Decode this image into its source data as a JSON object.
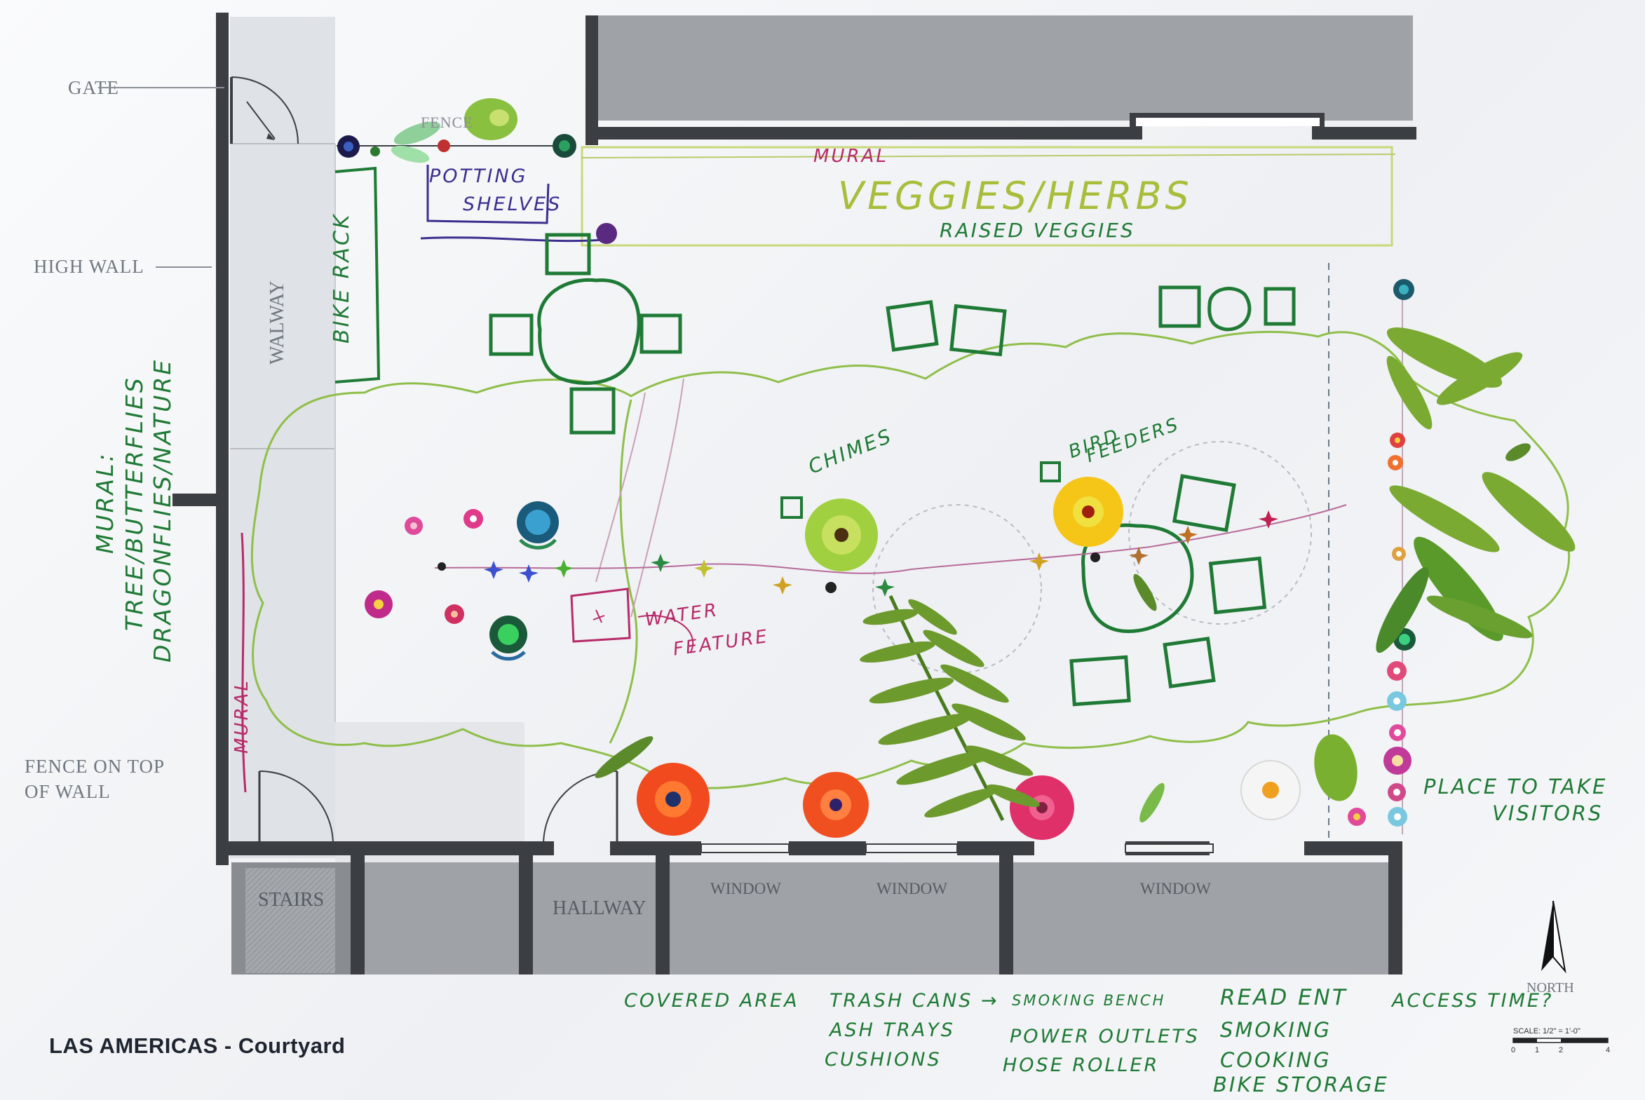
{
  "plan": {
    "title": "LAS AMERICAS - Courtyard",
    "north_label": "NORTH",
    "scale_label": "SCALE: 1/2\" = 1'-0\"",
    "scale_ticks": [
      "0",
      "1",
      "2",
      "4"
    ]
  },
  "printed_labels": {
    "gate": "GATE",
    "high_wall": "HIGH WALL",
    "fence_on_wall_1": "FENCE ON TOP",
    "fence_on_wall_2": "OF WALL",
    "walkway": "WALWAY",
    "stairs": "STAIRS",
    "hallway": "HALLWAY",
    "window": "WINDOW",
    "fence": "FENCE"
  },
  "annotations": {
    "mural_top": "MURAL",
    "veggies_herbs": "VEGGIES/HERBS",
    "raised_veggies": "RAISED VEGGIES",
    "potting_shelves_1": "POTTING",
    "potting_shelves_2": "SHELVES",
    "bike_rack": "BIKE RACK",
    "mural_left_1": "MURAL:",
    "mural_left_2": "TREE/BUTTERFLIES",
    "mural_left_3": "DRAGONFLIES/NATURE",
    "mural_bottom_left": "MURAL",
    "chimes": "CHIMES",
    "bird_feeders_1": "BIRD",
    "bird_feeders_2": "FEEDERS",
    "water_feature_1": "WATER",
    "water_feature_2": "FEATURE",
    "place_visitors_1": "PLACE TO TAKE",
    "place_visitors_2": "VISITORS"
  },
  "notes": {
    "covered_area": "COVERED AREA",
    "trash_cans": "TRASH CANS →",
    "ash_trays": "ASH TRAYS",
    "cushions": "CUSHIONS",
    "smoking_bench": "SMOKING BENCH",
    "power_outlets": "POWER OUTLETS",
    "hose_roller": "HOSE ROLLER",
    "read_ent": "READ ENT",
    "smoking": "SMOKING",
    "cooking": "COOKING",
    "bike_storage": "BIKE STORAGE",
    "access_time": "ACCESS TIME?"
  },
  "colors": {
    "wall": "#3b3e42",
    "building": "#9fa3a8",
    "marker_green": "#1f7a35",
    "marker_lightgreen": "#8fbf4a",
    "marker_purple": "#3a2f8f",
    "marker_magenta": "#b82a6a",
    "fern": "#5f8f2a",
    "flower_orange": "#f04a1e",
    "flower_pink": "#e0306a",
    "flower_yellow": "#f5c518"
  }
}
